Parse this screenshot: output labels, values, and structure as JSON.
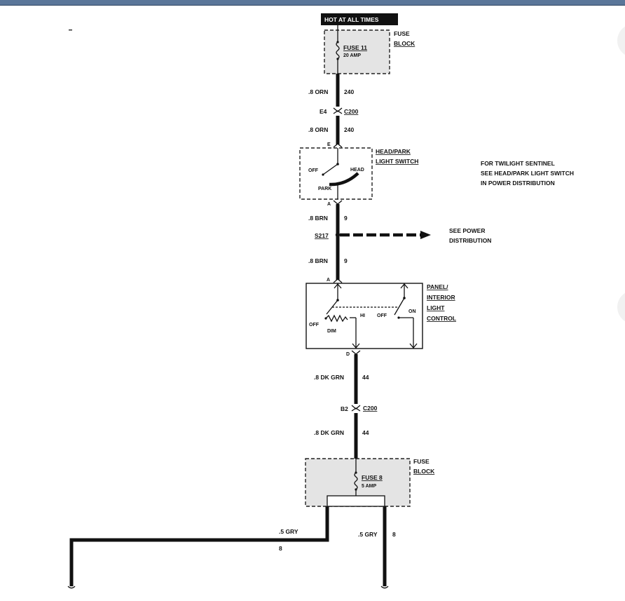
{
  "hot_label": "HOT AT ALL TIMES",
  "fuse_block_top": {
    "title_line1": "FUSE",
    "title_line2": "BLOCK",
    "fuse_name": "FUSE 11",
    "fuse_rating": "20 AMP"
  },
  "wire_240_upper": {
    "gauge_color": ".8 ORN",
    "circuit": "240"
  },
  "connector_c200_upper": {
    "pin": "E4",
    "name": "C200"
  },
  "wire_240_lower": {
    "gauge_color": ".8 ORN",
    "circuit": "240"
  },
  "headpark_switch": {
    "terminal_in": "E",
    "title_line1": "HEAD/PARK",
    "title_line2": "LIGHT SWITCH",
    "pos_off": "OFF",
    "pos_head": "HEAD",
    "pos_park": "PARK",
    "terminal_out": "A"
  },
  "twilight_note": {
    "line1": "FOR TWILIGHT SENTINEL",
    "line2": "SEE HEAD/PARK LIGHT SWITCH",
    "line3": "IN POWER DISTRIBUTION"
  },
  "wire_9_upper": {
    "gauge_color": ".8 BRN",
    "circuit": "9"
  },
  "splice_s217": {
    "name": "S217",
    "ref_line1": "SEE POWER",
    "ref_line2": "DISTRIBUTION"
  },
  "wire_9_lower": {
    "gauge_color": ".8 BRN",
    "circuit": "9"
  },
  "panel_control": {
    "terminal_in": "A",
    "title_line1": "PANEL/",
    "title_line2": "INTERIOR",
    "title_line3": "LIGHT",
    "title_line4": "CONTROL",
    "pos_off_left": "OFF",
    "pos_dim": "DIM",
    "pos_hi": "HI",
    "pos_off_right": "OFF",
    "pos_on": "ON",
    "terminal_out": "D"
  },
  "wire_44_upper": {
    "gauge_color": ".8 DK GRN",
    "circuit": "44"
  },
  "connector_c200_lower": {
    "pin": "B2",
    "name": "C200"
  },
  "wire_44_lower": {
    "gauge_color": ".8 DK GRN",
    "circuit": "44"
  },
  "fuse_block_bottom": {
    "title_line1": "FUSE",
    "title_line2": "BLOCK",
    "fuse_name": "FUSE 8",
    "fuse_rating": "5 AMP"
  },
  "wire_8_left": {
    "gauge_color": ".5 GRY",
    "circuit": "8"
  },
  "wire_8_right": {
    "gauge_color": ".5 GRY",
    "circuit": "8"
  },
  "colors": {
    "wire": "#111111",
    "title_bar": "#5a7699",
    "hot_tag_bg": "#111111",
    "shaded_box": "#e4e4e4"
  }
}
